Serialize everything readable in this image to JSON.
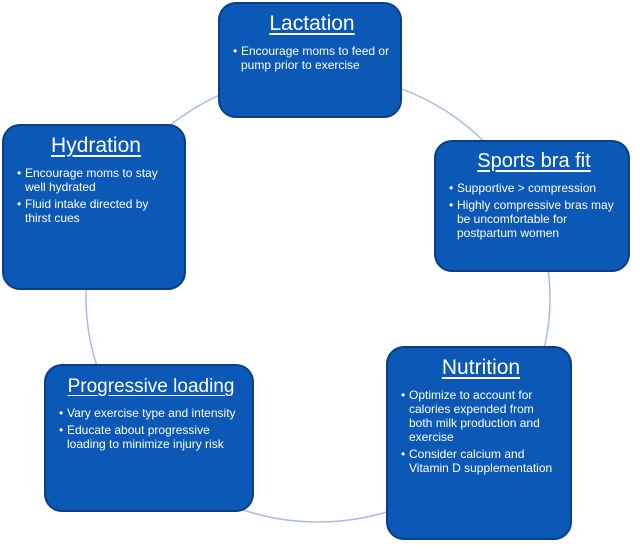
{
  "ring": {
    "stroke_color": "#a9bde0"
  },
  "colors": {
    "node_fill": "#0b58b7",
    "node_border": "#0a3f86",
    "text": "#ffffff"
  },
  "nodes": {
    "lactation": {
      "title": "Lactation",
      "bullets": [
        "Encourage moms to feed or pump prior to exercise"
      ]
    },
    "hydration": {
      "title": "Hydration",
      "bullets": [
        "Encourage moms to stay well hydrated",
        "Fluid intake directed by thirst cues"
      ]
    },
    "sports_bra": {
      "title": "Sports bra fit",
      "bullets": [
        "Supportive > compression",
        "Highly compressive bras may be uncomfortable for postpartum women"
      ]
    },
    "progressive": {
      "title": "Progressive  loading",
      "bullets": [
        "Vary exercise type and intensity",
        "Educate about progressive loading to minimize injury risk"
      ]
    },
    "nutrition": {
      "title": "Nutrition",
      "bullets": [
        "Optimize to account for calories expended from both milk production and exercise",
        "Consider calcium and Vitamin D supplementation"
      ]
    }
  }
}
